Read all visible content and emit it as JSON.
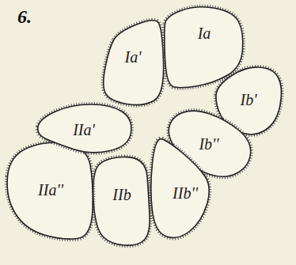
{
  "diagram": {
    "nodes": [
      {
        "text": [
          "Ia'"
        ]
      },
      {
        "text": [
          "Ia"
        ]
      },
      {
        "text": [
          "Ib'"
        ]
      },
      {
        "text": [
          "Ib''"
        ]
      },
      {
        "text": [
          "IIb''"
        ]
      },
      {
        "text": [
          "IIb"
        ]
      },
      {
        "text": [
          "IIa''"
        ]
      },
      {
        "text": [
          "IIa'"
        ]
      }
    ],
    "labels": [
      "6."
    ]
  }
}
